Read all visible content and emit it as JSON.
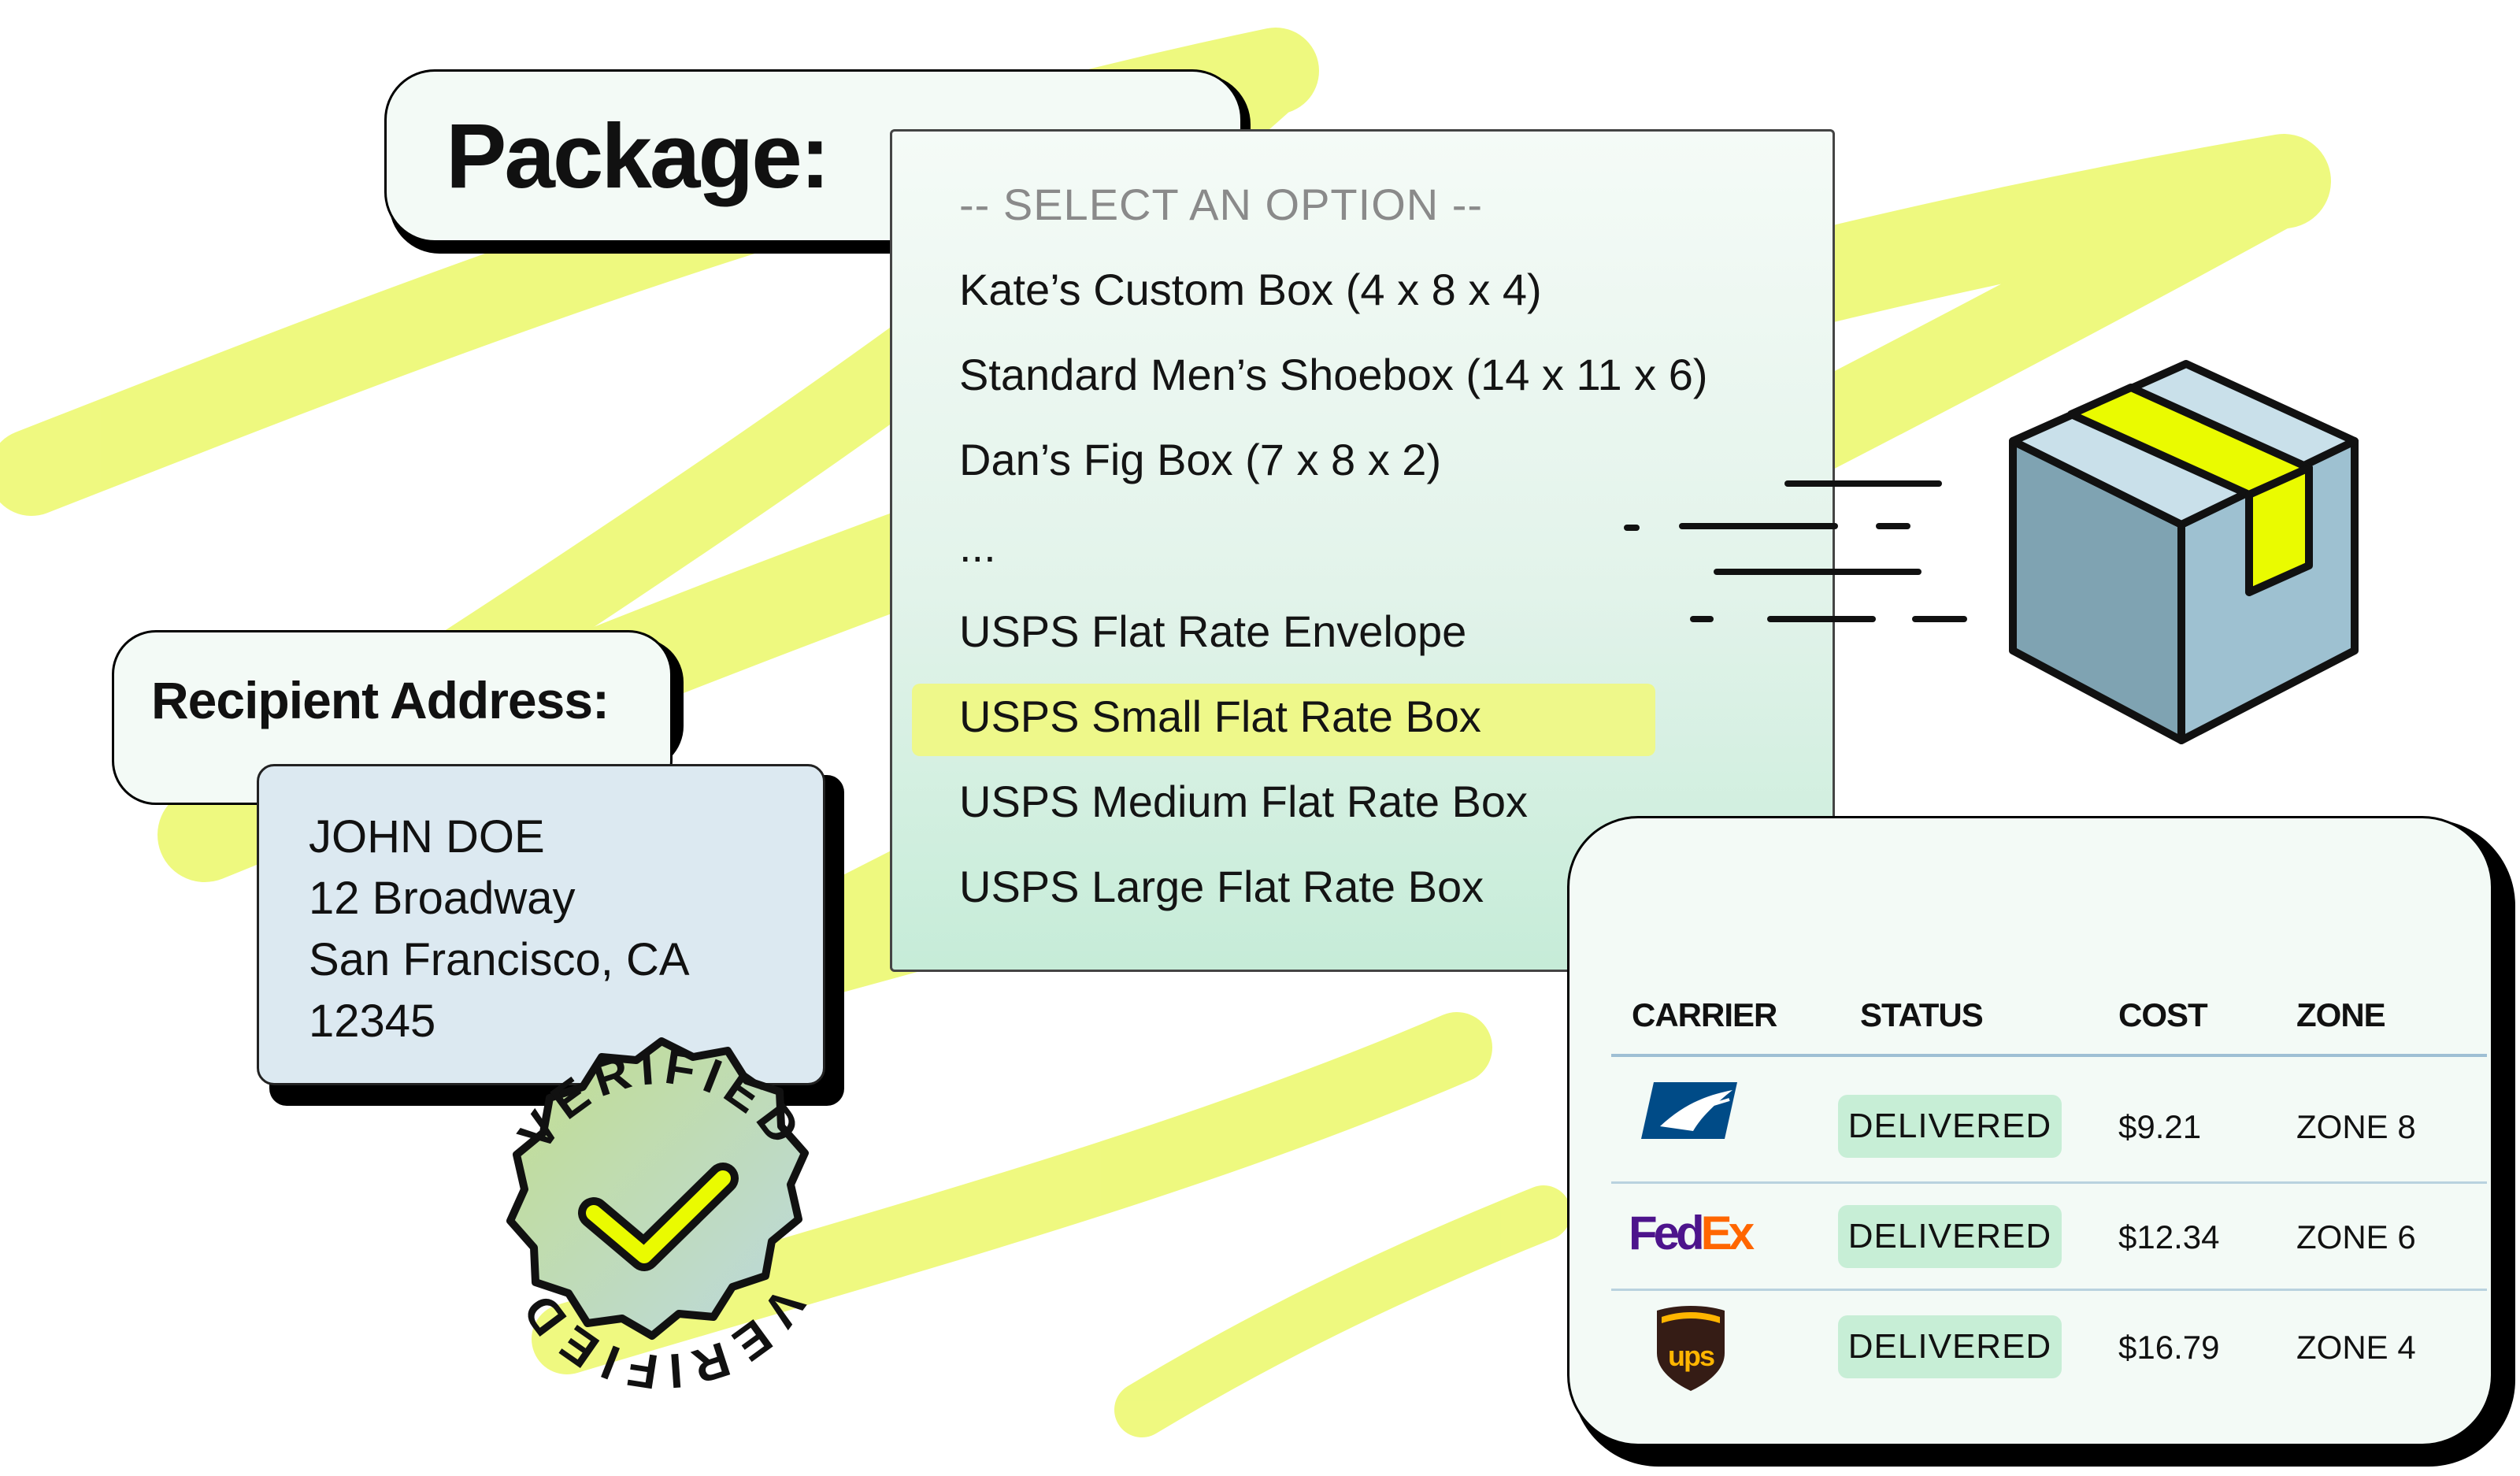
{
  "package": {
    "label": "Package:"
  },
  "dropdown": {
    "options": [
      "-- SELECT AN OPTION --",
      "Kate’s Custom Box (4 x 8 x 4)",
      "Standard Men’s Shoebox (14 x 11 x 6)",
      "Dan’s Fig Box (7 x 8 x 2)",
      "...",
      "USPS Flat Rate Envelope",
      "USPS Small Flat Rate Box",
      "USPS Medium Flat Rate Box",
      "USPS Large Flat Rate Box"
    ],
    "highlighted_index": 6
  },
  "recipient": {
    "label": "Recipient Address:",
    "address_lines": [
      "JOHN DOE",
      "12 Broadway",
      "San Francisco, CA",
      "12345"
    ]
  },
  "verified_badge": {
    "text": "VERIFIED"
  },
  "shipments": {
    "columns": [
      "CARRIER",
      "STATUS",
      "COST",
      "ZONE"
    ],
    "rows": [
      {
        "carrier": "USPS",
        "status": "DELIVERED",
        "cost": "$9.21",
        "zone": "ZONE 8"
      },
      {
        "carrier": "FedEx",
        "status": "DELIVERED",
        "cost": "$12.34",
        "zone": "ZONE 6"
      },
      {
        "carrier": "UPS",
        "status": "DELIVERED",
        "cost": "$16.79",
        "zone": "ZONE 4"
      }
    ]
  },
  "colors": {
    "highlight": "#eef88a",
    "scribble": "#eef979",
    "status_badge": "#c7eed6",
    "address_card": "#dce9f1",
    "box_side": "#7fa3b2",
    "box_front": "#9ec1d1",
    "box_top": "#c9e0ea",
    "box_tape": "#eafb00",
    "fedex_purple": "#4d148c",
    "fedex_orange": "#ff6600",
    "usps_blue": "#004b87",
    "ups_brown": "#351c15",
    "ups_gold": "#ffb500"
  },
  "icons": [
    "package-box-icon",
    "speed-lines-icon",
    "verified-seal-icon",
    "checkmark-icon",
    "usps-eagle-logo",
    "fedex-logo",
    "ups-shield-logo"
  ]
}
